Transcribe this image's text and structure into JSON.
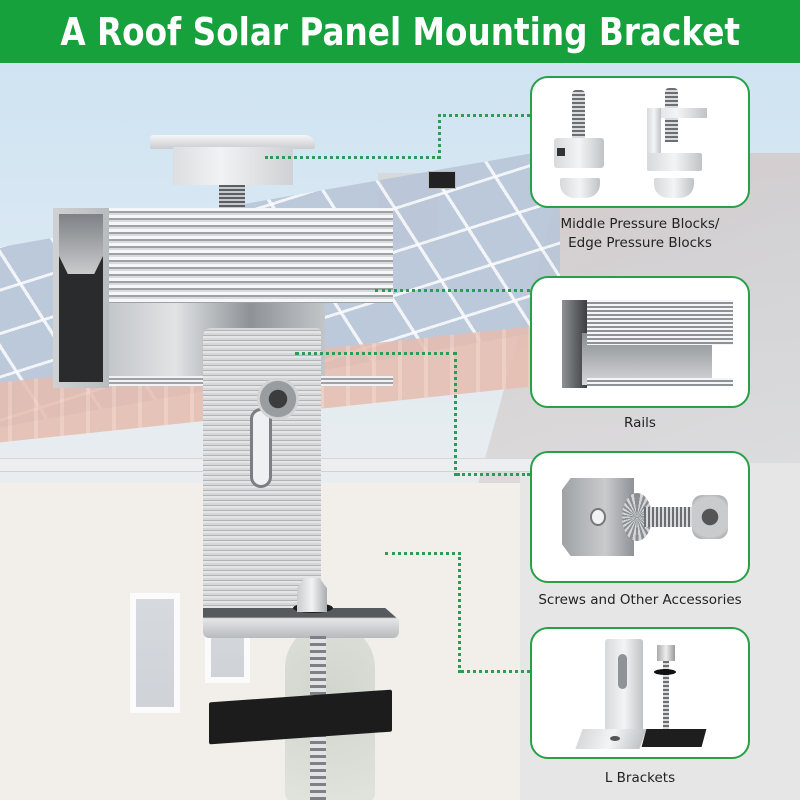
{
  "header": {
    "title": "A Roof Solar Panel Mounting Bracket",
    "background_color": "#16a13c",
    "text_color": "#ffffff"
  },
  "main_image": {
    "subject": "assembled roof solar panel mounting bracket",
    "parts": [
      "pressure-block",
      "rail",
      "l-bracket",
      "hex-socket-bolt",
      "hanger-screw",
      "rubber-pad"
    ],
    "background": "house with solar panels on tiled roof"
  },
  "components": [
    {
      "id": "pressure-blocks",
      "caption_line1": "Middle Pressure Blocks/",
      "caption_line2": "Edge Pressure Blocks",
      "icon": "pressure-block-icon"
    },
    {
      "id": "rails",
      "caption_line1": "Rails",
      "caption_line2": "",
      "icon": "rail-icon"
    },
    {
      "id": "screws",
      "caption_line1": "Screws and Other Accessories",
      "caption_line2": "",
      "icon": "screw-icon"
    },
    {
      "id": "l-brackets",
      "caption_line1": "L Brackets",
      "caption_line2": "",
      "icon": "l-bracket-icon"
    }
  ],
  "colors": {
    "accent_green": "#16a13c",
    "card_border": "#27a047",
    "connector_dots": "#2f9a55"
  }
}
